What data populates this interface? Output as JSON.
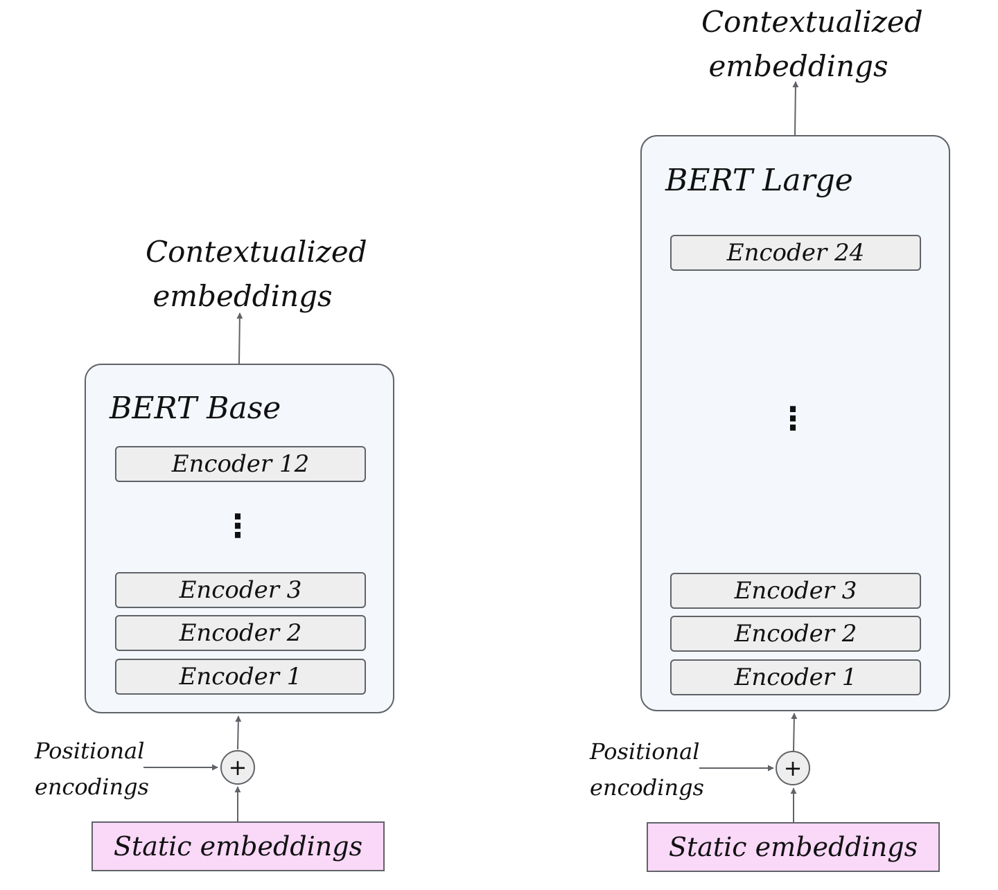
{
  "colors": {
    "stroke": "#5f6368",
    "model_fill": "#f4f8fd",
    "encoder_fill": "#eeeeee",
    "static_fill": "#f9d8f8",
    "text": "#111111"
  },
  "base": {
    "output_label": "Contextualized embeddings",
    "title": "BERT Base",
    "encoders": {
      "top": "Encoder 12",
      "e3": "Encoder 3",
      "e2": "Encoder 2",
      "e1": "Encoder 1"
    },
    "ellipsis": "⋮",
    "positional_label": "Positional encodings",
    "plus_symbol": "+",
    "static_label": "Static embeddings"
  },
  "large": {
    "output_label": "Contextualized embeddings",
    "title": "BERT Large",
    "encoders": {
      "top": "Encoder 24",
      "e3": "Encoder 3",
      "e2": "Encoder 2",
      "e1": "Encoder 1"
    },
    "ellipsis": "⋮",
    "positional_label": "Positional encodings",
    "plus_symbol": "+",
    "static_label": "Static embeddings"
  }
}
